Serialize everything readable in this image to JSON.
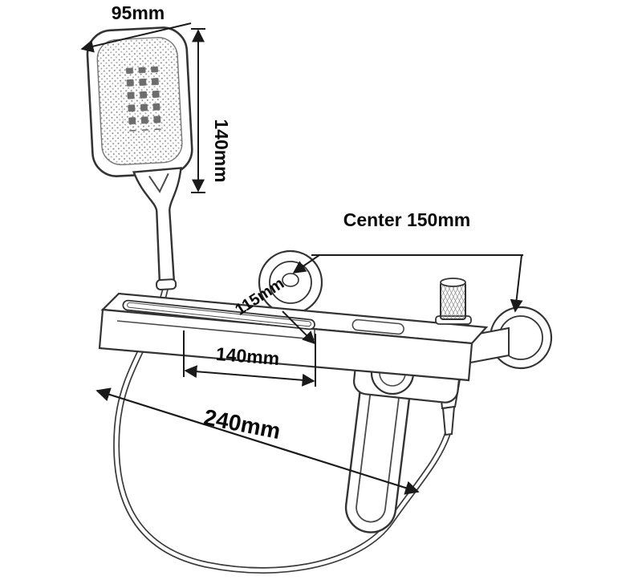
{
  "diagram": {
    "labels": {
      "head_width": "95mm",
      "head_height": "140mm",
      "center_distance": "Center 150mm",
      "shelf_depth": "115mm",
      "spout_width": "140mm",
      "overall_width": "240mm"
    },
    "colors": {
      "background": "#ffffff",
      "outline": "#333333",
      "dimension": "#1a1a1a",
      "text": "#000000"
    }
  }
}
